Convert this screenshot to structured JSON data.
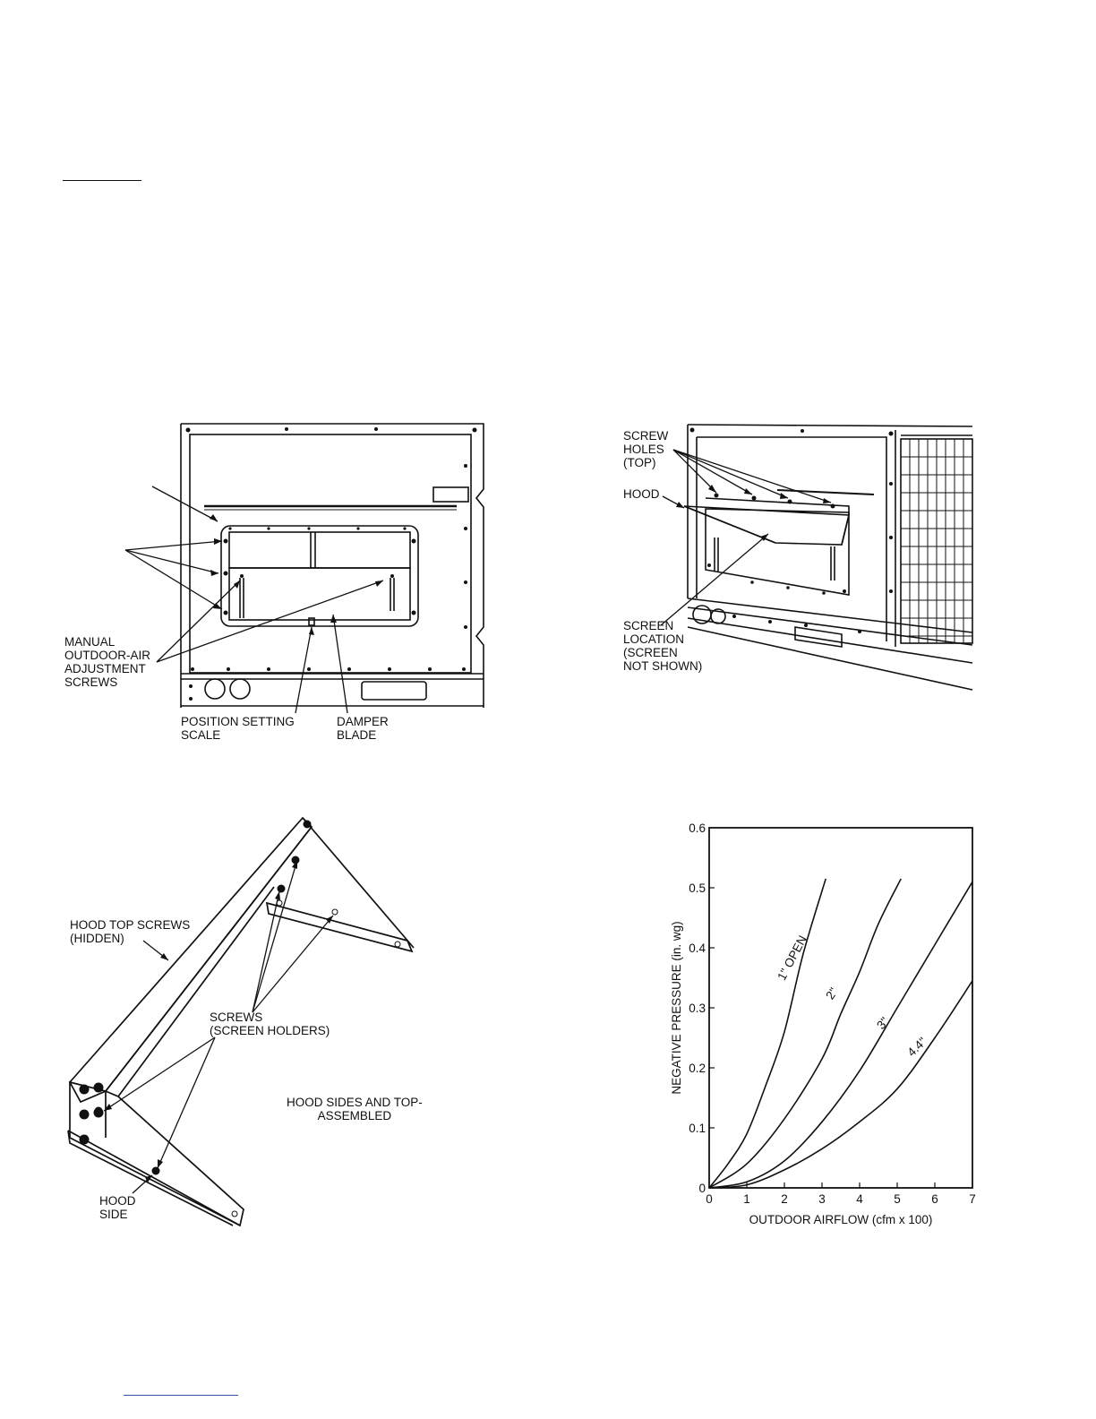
{
  "figure_damper": {
    "labels": {
      "adjustment_screws": "MANUAL\nOUTDOOR-AIR\nADJUSTMENT\nSCREWS",
      "position_scale": "POSITION SETTING\nSCALE",
      "damper_blade": "DAMPER\nBLADE"
    }
  },
  "figure_hood_install": {
    "labels": {
      "screw_holes": "SCREW\nHOLES\n(TOP)",
      "hood": "HOOD",
      "screen_location": "SCREEN\nLOCATION\n(SCREEN\nNOT SHOWN)"
    }
  },
  "figure_hood_assembly": {
    "labels": {
      "top_screws": "HOOD TOP SCREWS\n(HIDDEN)",
      "screen_screws": "SCREWS\n(SCREEN HOLDERS)",
      "assembled": "HOOD SIDES AND TOP-\nASSEMBLED",
      "hood_side": "HOOD\nSIDE"
    }
  },
  "chart_data": {
    "type": "line",
    "xlabel": "OUTDOOR AIRFLOW (cfm x 100)",
    "ylabel": "NEGATIVE PRESSURE (in. wg)",
    "xlim": [
      0,
      7
    ],
    "ylim": [
      0,
      0.6
    ],
    "x_ticks": [
      "0",
      "1",
      "2",
      "3",
      "4",
      "5",
      "6",
      "7"
    ],
    "y_ticks": [
      "0",
      "0.1",
      "0.2",
      "0.3",
      "0.4",
      "0.5",
      "0.6"
    ],
    "grid": false,
    "series": [
      {
        "name": "1\" OPEN",
        "label_at": [
          2.3,
          0.38
        ],
        "points": [
          [
            0,
            0
          ],
          [
            0.5,
            0.04
          ],
          [
            1,
            0.09
          ],
          [
            1.5,
            0.17
          ],
          [
            2,
            0.26
          ],
          [
            2.5,
            0.39
          ],
          [
            3.1,
            0.515
          ]
        ]
      },
      {
        "name": "2\"",
        "label_at": [
          3.35,
          0.32
        ],
        "points": [
          [
            0,
            0
          ],
          [
            1,
            0.04
          ],
          [
            2,
            0.115
          ],
          [
            3,
            0.215
          ],
          [
            3.5,
            0.29
          ],
          [
            4,
            0.36
          ],
          [
            4.5,
            0.44
          ],
          [
            5.1,
            0.515
          ]
        ]
      },
      {
        "name": "3\"",
        "label_at": [
          4.7,
          0.27
        ],
        "points": [
          [
            0,
            0
          ],
          [
            1,
            0.01
          ],
          [
            2,
            0.045
          ],
          [
            3,
            0.11
          ],
          [
            4,
            0.195
          ],
          [
            5,
            0.3
          ],
          [
            6,
            0.405
          ],
          [
            7,
            0.51
          ]
        ]
      },
      {
        "name": "4.4\"",
        "label_at": [
          5.6,
          0.23
        ],
        "points": [
          [
            0,
            0
          ],
          [
            1,
            0.005
          ],
          [
            2,
            0.03
          ],
          [
            3,
            0.065
          ],
          [
            4,
            0.11
          ],
          [
            5,
            0.165
          ],
          [
            6,
            0.25
          ],
          [
            7,
            0.345
          ]
        ]
      }
    ]
  }
}
